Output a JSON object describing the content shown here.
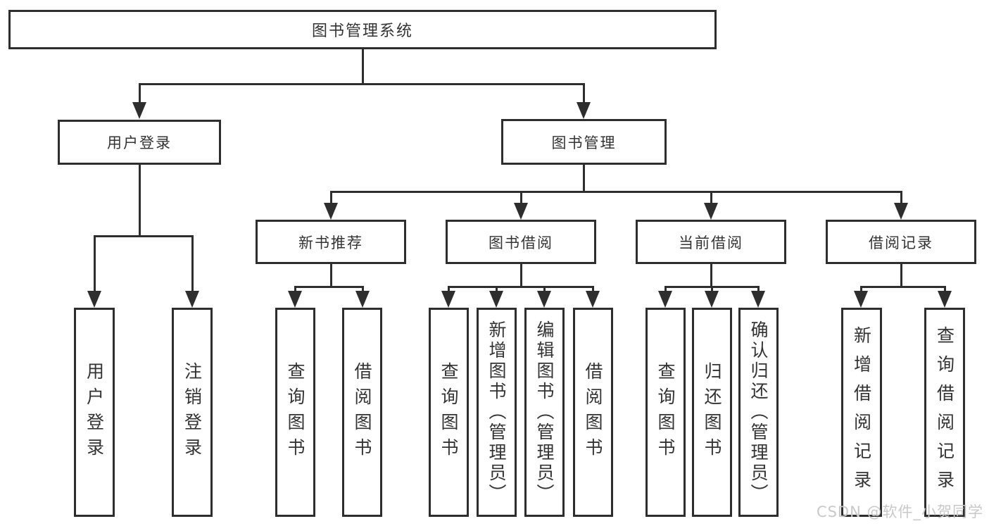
{
  "diagram": {
    "type": "hierarchy-tree",
    "root": {
      "label": "图书管理系统"
    },
    "level1": [
      {
        "label": "用户登录"
      },
      {
        "label": "图书管理"
      }
    ],
    "level2": [
      {
        "label": "新书推荐"
      },
      {
        "label": "图书借阅"
      },
      {
        "label": "当前借阅"
      },
      {
        "label": "借阅记录"
      }
    ],
    "leaves": {
      "user_login": [
        "用户登录",
        "注销登录"
      ],
      "new_books": [
        "查询图书",
        "借阅图书"
      ],
      "book_borrow": [
        "查询图书",
        "新增图书（管理员）",
        "编辑图书（管理员）",
        "借阅图书"
      ],
      "current_borrow": [
        "查询图书",
        "归还图书",
        "确认归还（管理员）"
      ],
      "borrow_records": [
        "新增借阅记录",
        "查询借阅记录"
      ]
    },
    "watermark": "CSDN @软件_小贺同学",
    "colors": {
      "line": "#2e2e2e",
      "text": "#333333",
      "watermark": "#c9c9c9",
      "background": "#ffffff"
    }
  }
}
